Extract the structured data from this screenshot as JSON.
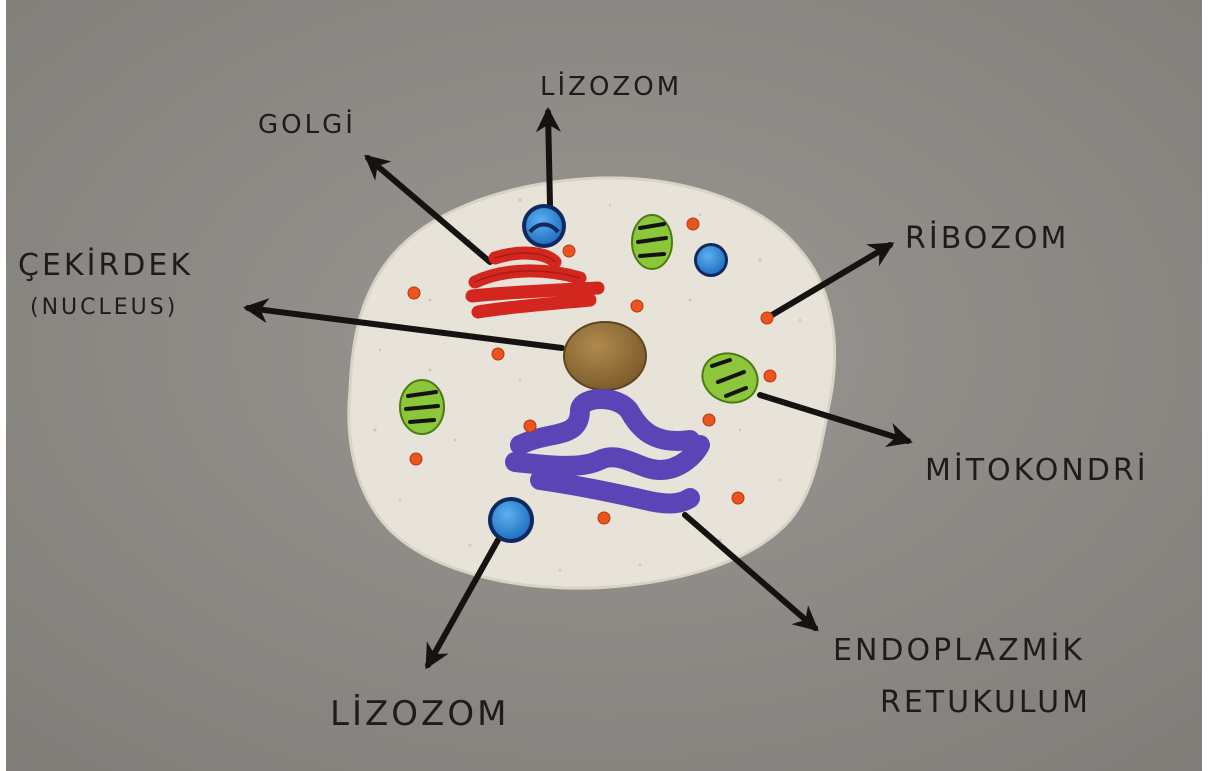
{
  "labels": {
    "lizozom_top": "LİZOZOM",
    "golgi": "GOLGİ",
    "ribozom": "RİBOZOM",
    "cekirdek": "ÇEKİRDEK",
    "nucleus": "(NUCLEUS)",
    "mitokondri": "MİTOKONDRİ",
    "endoplazmik": "ENDOPLAZMİK",
    "retikulum": "RETUKULUM",
    "lizozom_bottom": "LİZOZOM"
  },
  "colors": {
    "board": "#8e8b87",
    "cell": "#e9e4d9",
    "golgi": "#d3261e",
    "er": "#5b45b6",
    "nucleus": "#8f6a35",
    "lysosome": "#2f86d6",
    "mitochondria": "#8cc63a",
    "ribosome": "#e9541f",
    "ink": "#151212"
  }
}
